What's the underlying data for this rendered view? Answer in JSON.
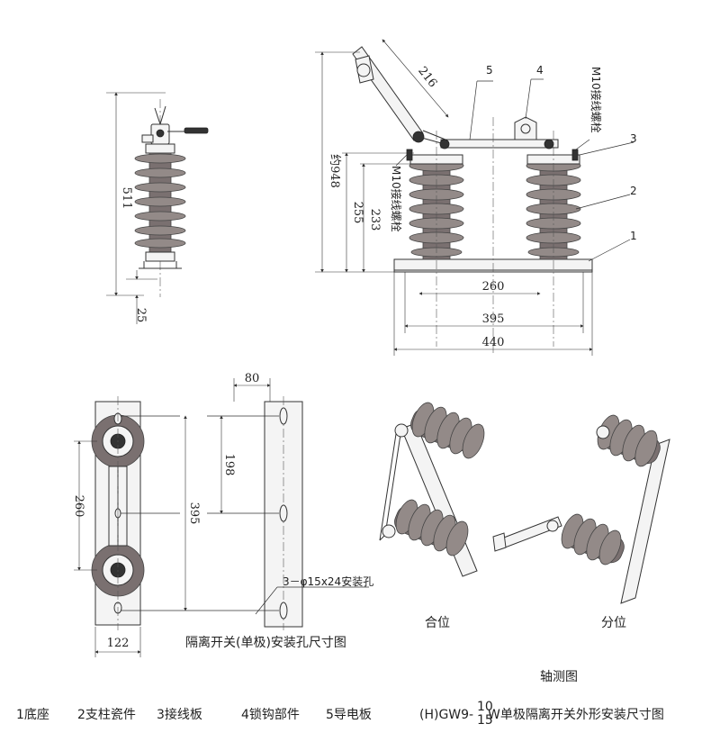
{
  "front_view": {
    "dim_total": "约948",
    "dim_255": "255",
    "dim_233": "233",
    "dim_216": "216",
    "dim_260": "260",
    "dim_395": "395",
    "dim_440": "440",
    "callout_5": "5",
    "callout_4": "4",
    "callout_3": "3",
    "callout_2": "2",
    "callout_1": "1",
    "bolt_label_right": "M10接线螺栓",
    "bolt_label_left": "M10接线螺栓"
  },
  "side_view": {
    "dim_511": "511",
    "dim_25": "25"
  },
  "mounting_view": {
    "dim_80": "80",
    "dim_198": "198",
    "dim_395": "395",
    "dim_260": "260",
    "dim_122": "122",
    "hole_label": "3－φ15x24安装孔",
    "caption": "隔离开关(单极)安装孔尺寸图"
  },
  "axonometric": {
    "closed_label": "合位",
    "open_label": "分位",
    "caption": "轴测图"
  },
  "legend": {
    "item1": "1底座",
    "item2": "2支柱瓷件",
    "item3": "3接线板",
    "item4": "4锁钩部件",
    "item5": "5导电板"
  },
  "title": {
    "prefix": "(H)GW9-",
    "sup": "10",
    "sub": "15",
    "suffix": "W单极隔离开关外形安装尺寸图"
  }
}
